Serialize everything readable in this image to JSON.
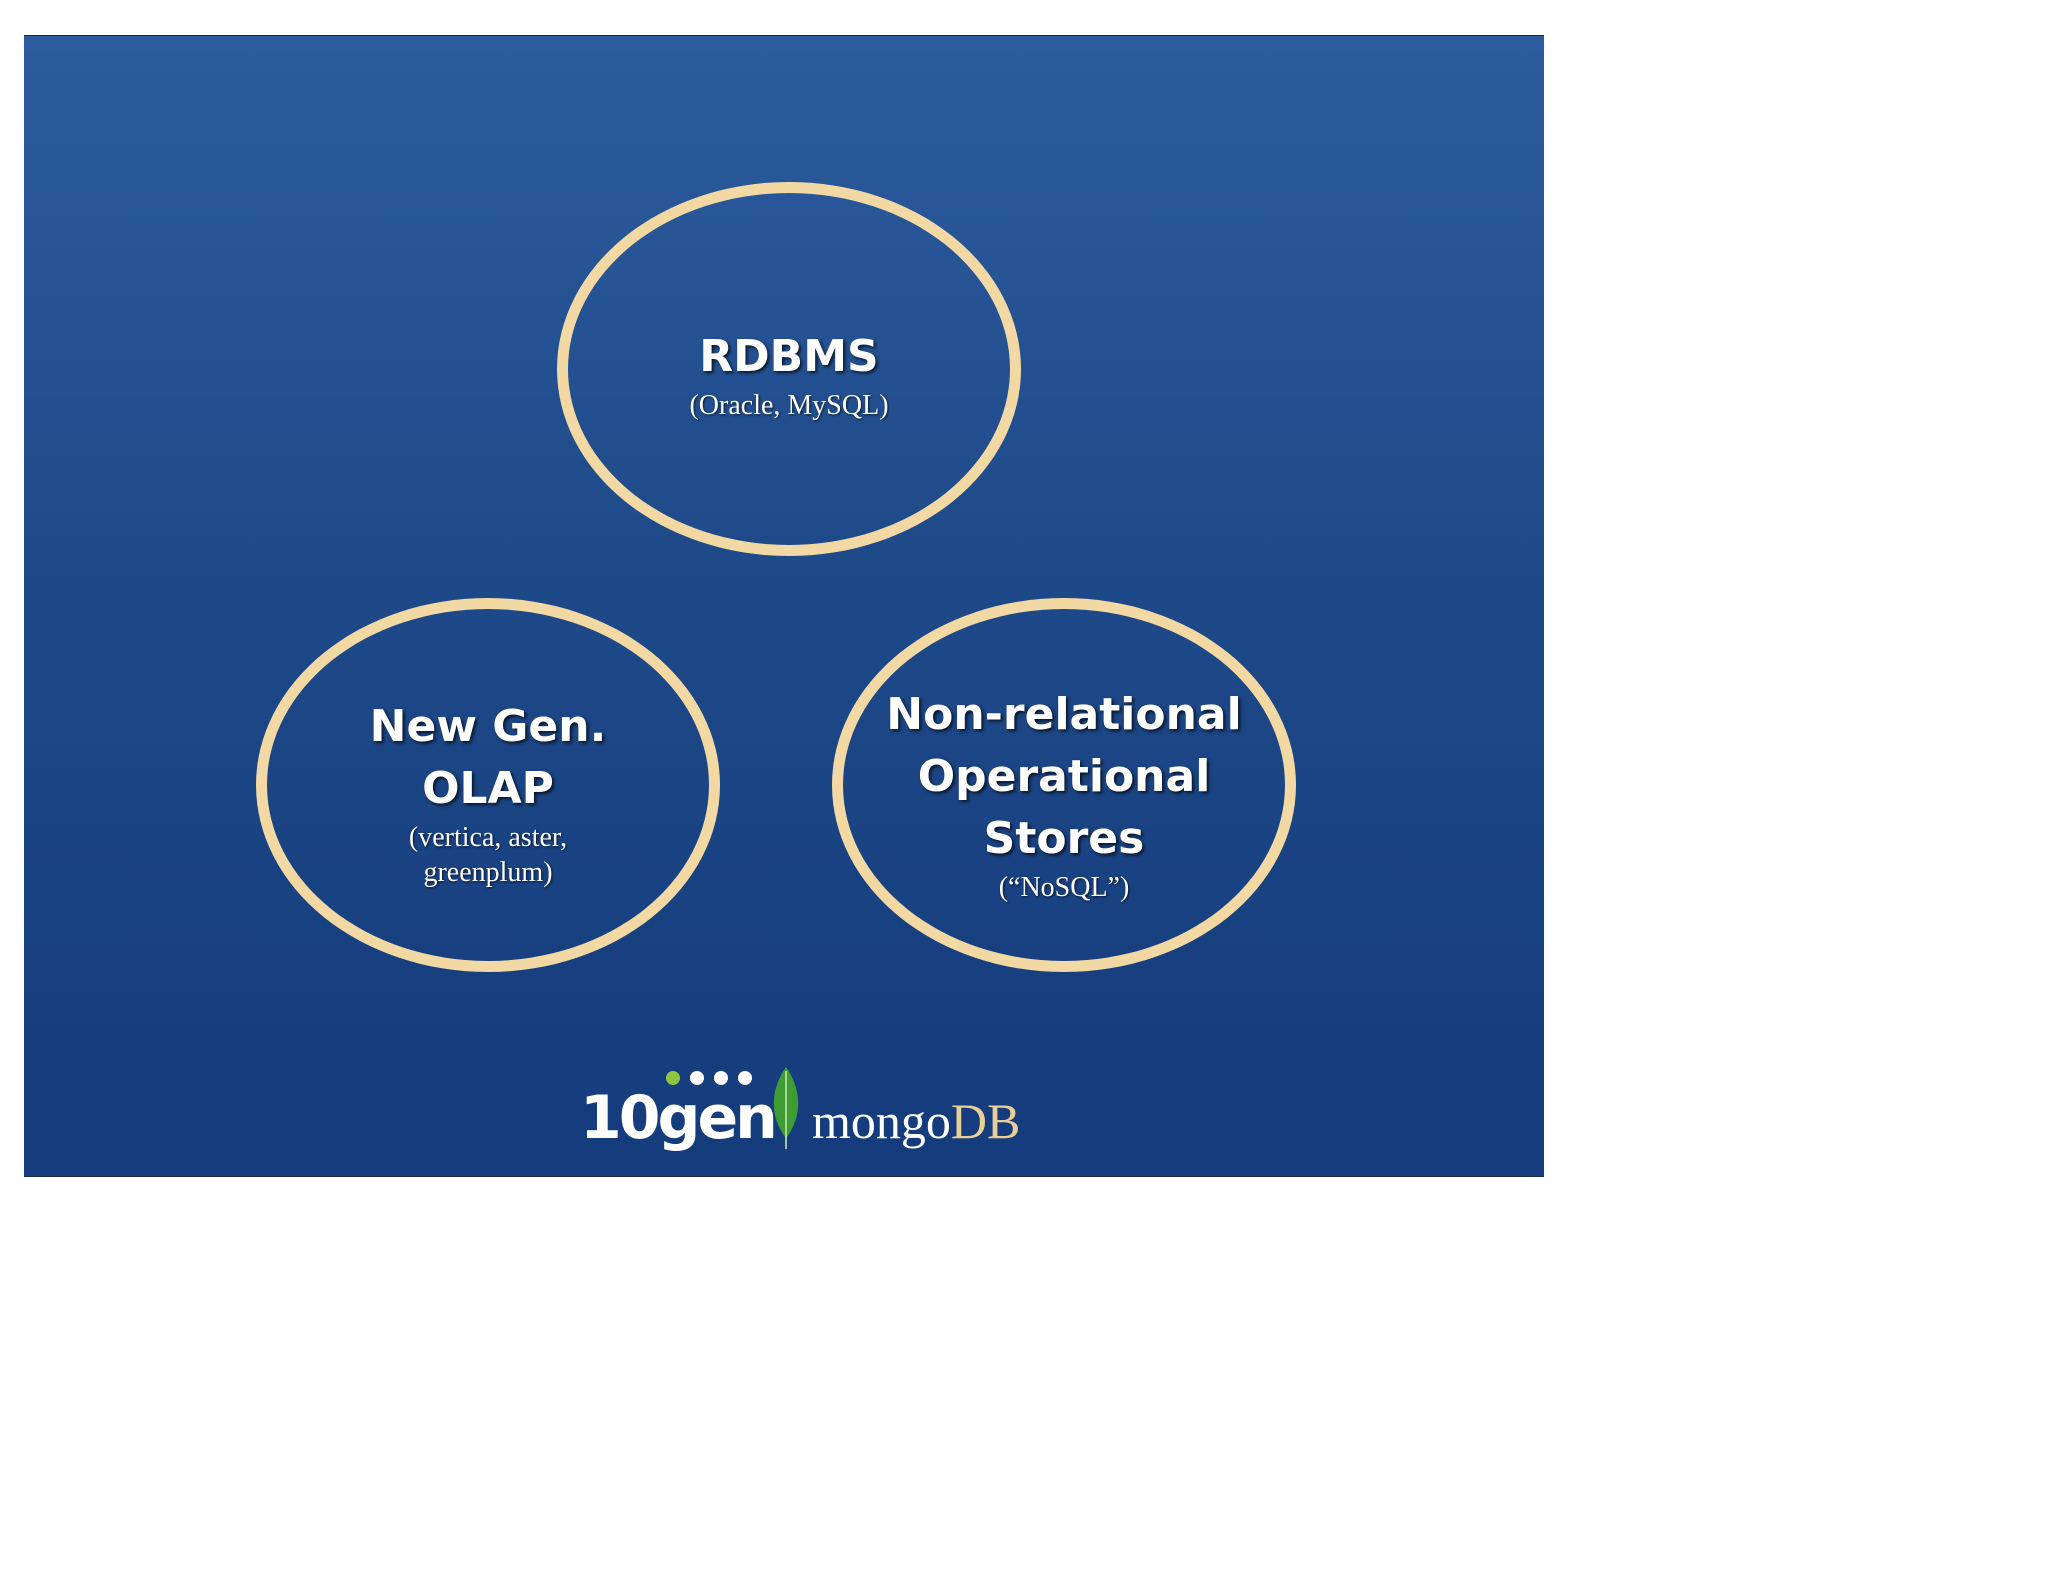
{
  "nodes": {
    "rdbms": {
      "title": "RDBMS",
      "subtitle": "(Oracle, MySQL)"
    },
    "olap": {
      "title": "New Gen.\nOLAP",
      "subtitle": "(vertica, aster,\ngreenplum)"
    },
    "nosql": {
      "title": "Non-relational\nOperational\nStores",
      "subtitle": "(“NoSQL”)"
    }
  },
  "logo": {
    "company": "10gen",
    "product_part1": "mongo",
    "product_part2": "DB",
    "dot_colors": [
      "#8cc63f",
      "#ffffff",
      "#ffffff",
      "#ffffff"
    ],
    "leaf_color": "#3f9c35"
  },
  "colors": {
    "background_top": "#2c5c9e",
    "background_bottom": "#143b7b",
    "ring": "#f2d9a4",
    "text": "#ffffff",
    "db_accent": "#e9cf95"
  }
}
